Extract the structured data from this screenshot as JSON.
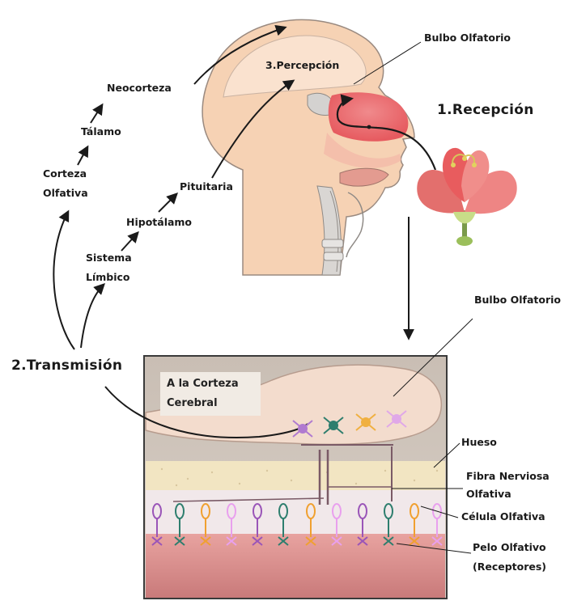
{
  "labels": {
    "bulbo_top": "Bulbo Olfatorio",
    "recepcion": "1.Recepción",
    "percepcion": "3.Percepción",
    "neocorteza": "Neocorteza",
    "talamo": "Tálamo",
    "corteza_1": "Corteza",
    "corteza_2": "Olfativa",
    "pituitaria": "Pituitaria",
    "hipotalamo": "Hipotálamo",
    "sistema": "Sistema",
    "limbico": "Límbico",
    "transmision": "2.Transmisión",
    "a_la_corteza_1": "A la Corteza",
    "a_la_corteza_2": "Cerebral",
    "bulbo_bottom": "Bulbo Olfatorio",
    "hueso": "Hueso",
    "fibra_1": "Fibra Nerviosa",
    "fibra_2": "Olfativa",
    "celula": "Célula Olfativa",
    "pelo_1": "Pelo Olfativo",
    "pelo_2": "(Receptores)"
  },
  "colors": {
    "skin": "#f6d2b4",
    "nasal_cavity": "#ec6d70",
    "arrow": "#1a1a1a",
    "bone": "#f3e6c4",
    "epithelium": "#dc8e8c"
  }
}
